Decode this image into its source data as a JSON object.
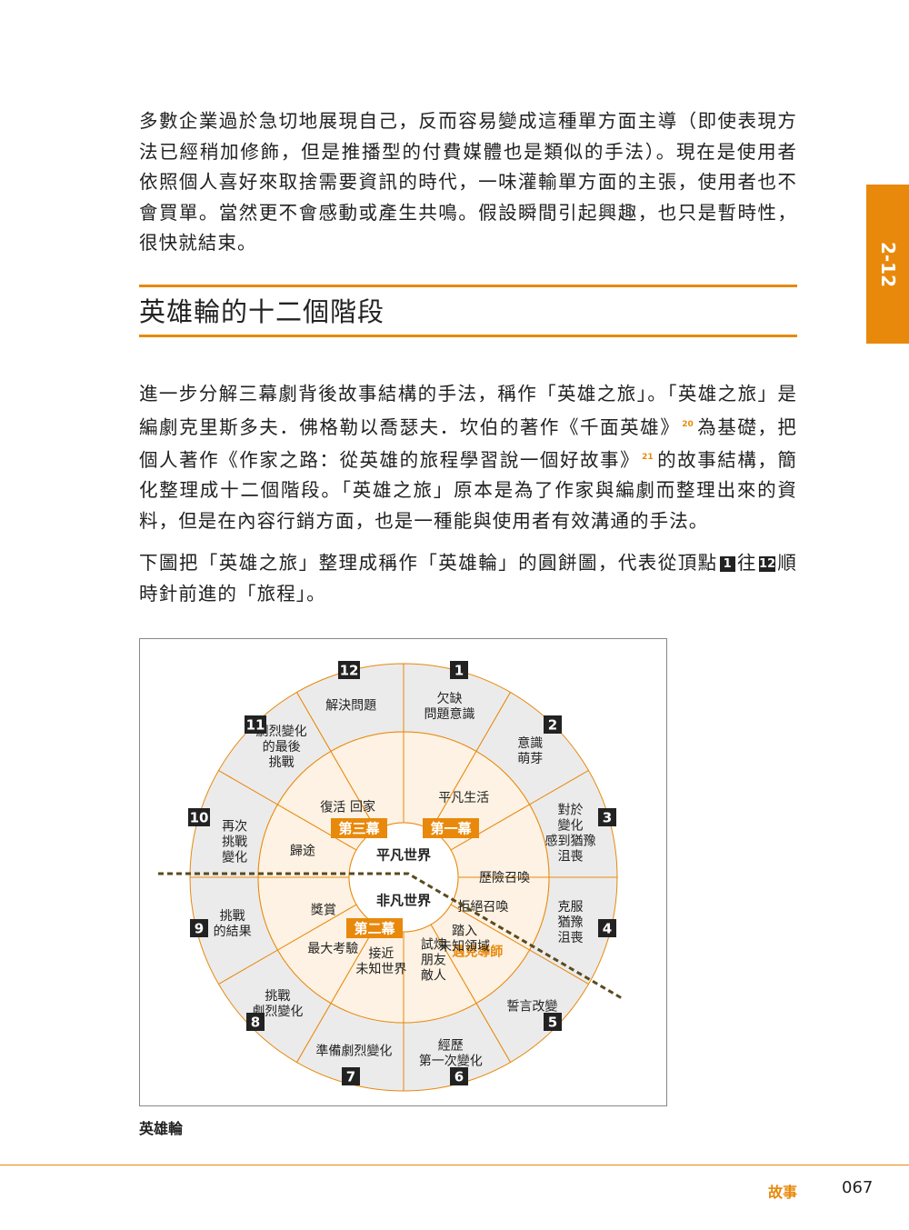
{
  "side_tab": {
    "label": "2-12"
  },
  "paragraphs": {
    "p1": "多數企業過於急切地展現自己，反而容易變成這種單方面主導（即使表現方法已經稍加修飾，但是推播型的付費媒體也是類似的手法）。現在是使用者依照個人喜好來取捨需要資訊的時代，一味灌輸單方面的主張，使用者也不會買單。當然更不會感動或產生共鳴。假設瞬間引起興趣，也只是暫時性，很快就結束。",
    "p2_a": "進一步分解三幕劇背後故事結構的手法，稱作「英雄之旅」。「英雄之旅」是編劇克里斯多夫．佛格勒以喬瑟夫．坎伯的著作《千面英雄》",
    "p2_fn1": "20",
    "p2_b": "為基礎，把個人著作《作家之路：從英雄的旅程學習說一個好故事》",
    "p2_fn2": "21",
    "p2_c": "的故事結構，簡化整理成十二個階段。「英雄之旅」原本是為了作家與編劇而整理出來的資料，但是在內容行銷方面，也是一種能與使用者有效溝通的手法。",
    "p3_a": "下圖把「英雄之旅」整理成稱作「英雄輪」的圓餅圖，代表從頂點",
    "p3_badge1": "1",
    "p3_b": "往",
    "p3_badge2": "12",
    "p3_c": "順時針前進的「旅程」。"
  },
  "section": {
    "title": "英雄輪的十二個階段"
  },
  "diagram": {
    "center_top": "平凡世界",
    "center_bottom": "非凡世界",
    "acts": {
      "act1": "第一幕",
      "act2": "第二幕",
      "act3": "第三幕"
    },
    "inner": [
      "平凡生活",
      "歷險召喚",
      "拒絕召喚",
      "遇見導師",
      "踏入\n未知領域",
      "試煉\n朋友\n敵人",
      "接近\n未知世界",
      "最大考驗",
      "獎賞",
      "歸途",
      "復活",
      "回家"
    ],
    "outer": [
      "欠缺\n問題意識",
      "意識\n萌芽",
      "對於\n變化\n感到猶豫\n沮喪",
      "克服\n猶豫\n沮喪",
      "誓言改變",
      "經歷\n第一次變化",
      "準備劇烈變化",
      "挑戰\n劇烈變化",
      "挑戰\n的結果",
      "再次\n挑戰\n變化",
      "劇烈變化\n的最後\n挑戰",
      "解決問題"
    ],
    "numbers": [
      "1",
      "2",
      "3",
      "4",
      "5",
      "6",
      "7",
      "8",
      "9",
      "10",
      "11",
      "12"
    ],
    "colors": {
      "accent": "#e8890c",
      "outer_fill": "#ebebeb",
      "inner_fill": "#fdf2e3",
      "badge": "#222222",
      "dash": "#5a4a1e"
    }
  },
  "caption": "英雄輪",
  "footer": {
    "chapter": "故事",
    "page": "067"
  }
}
